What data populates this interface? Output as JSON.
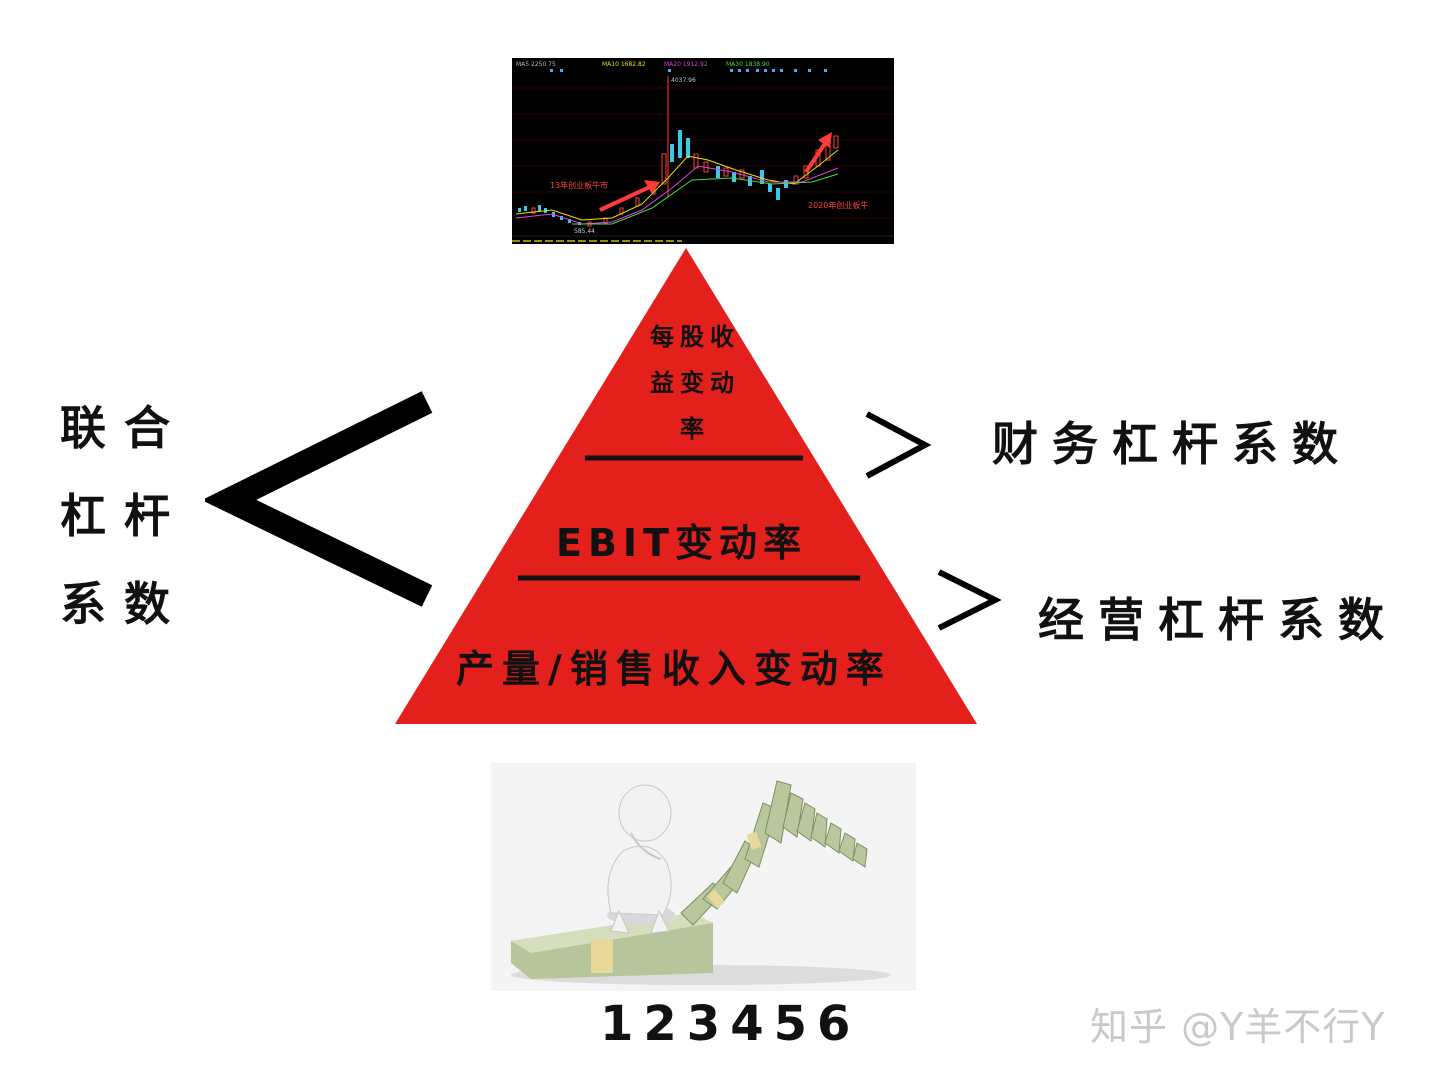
{
  "left": {
    "combined_label": "联合杠杆系数"
  },
  "right": {
    "financial_leverage": "财务杠杆系数",
    "operating_leverage": "经营杠杆系数"
  },
  "pyramid": {
    "color": "#e3201b",
    "top_label": "每股收益变动率",
    "middle_label": "EBIT变动率",
    "bottom_label": "产量/销售收入变动率"
  },
  "stock_chart": {
    "header_items": [
      "MA5 2250.75",
      "MA10 1682.82",
      "MA20 1912.92",
      "MA30 1838.90"
    ],
    "peak_label": "4037.96",
    "low_label": "585.44",
    "annotation_2013": "13年创业板牛市",
    "annotation_2020": "2020年创业板牛"
  },
  "footer": {
    "number": "123456",
    "watermark": "知乎 @Y羊不行Y"
  }
}
